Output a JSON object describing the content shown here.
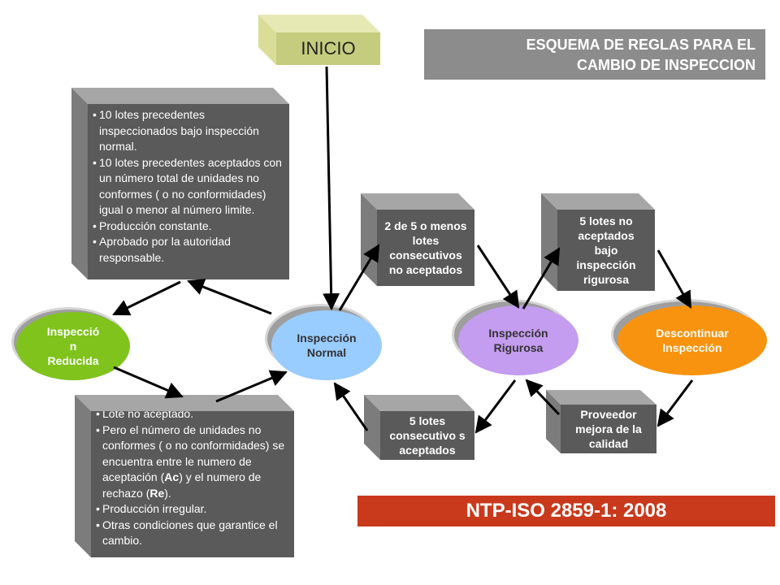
{
  "header": {
    "inicio_label": "INICIO",
    "title_line1": "ESQUEMA DE REGLAS PARA EL",
    "title_line2": "CAMBIO DE INSPECCION"
  },
  "nodes": {
    "reducida": {
      "line1": "Inspecció",
      "line2": "n",
      "line3": "Reducida",
      "color": "#7fc31c"
    },
    "normal": {
      "line1": "Inspección",
      "line2": "Normal",
      "color": "#99ccff"
    },
    "rigurosa": {
      "line1": "Inspección",
      "line2": "Rigurosa",
      "color": "#c49cf0"
    },
    "descontinuar": {
      "line1": "Descontinuar",
      "line2": "Inspección",
      "color": "#f7930f"
    }
  },
  "conditions": {
    "normal_to_reducida": [
      "10 lotes precedentes inspeccionados bajo inspección normal.",
      "10 lotes precedentes aceptados con un número total de unidades no conformes ( o no conformidades) igual o menor al número limite.",
      "Producción constante.",
      "Aprobado por la autoridad responsable."
    ],
    "reducida_to_normal": {
      "item1": "Lote no aceptado.",
      "item2_pre": "Pero el número de unidades no conformes ( o no conformidades) se encuentra entre le numero de aceptación (",
      "item2_ac": "Ac",
      "item2_mid": ") y el numero de rechazo (",
      "item2_re": "Re",
      "item2_post": ").",
      "item3": "Producción irregular.",
      "item4": "Otras  condiciones que garantice el cambio."
    },
    "normal_to_rigurosa": "2 de 5 o menos lotes consecutivos no aceptados",
    "rigurosa_to_normal": "5 lotes consecutivo s aceptados",
    "rigurosa_to_descontinuar": "5 lotes no aceptados bajo inspección rigurosa",
    "descontinuar_to_rigurosa": "Proveedor mejora de la calidad"
  },
  "footer": {
    "norm": "NTP-ISO 2859-1: 2008"
  },
  "colors": {
    "box_face": "#5a5a5a",
    "box_side": "#7c7c7c",
    "box_top": "#a6a6a6",
    "inicio_face": "#c6cc7e",
    "inicio_side": "#e0e4a8",
    "title_bg": "#8c8c8c",
    "banner_bg": "#c9391c"
  }
}
